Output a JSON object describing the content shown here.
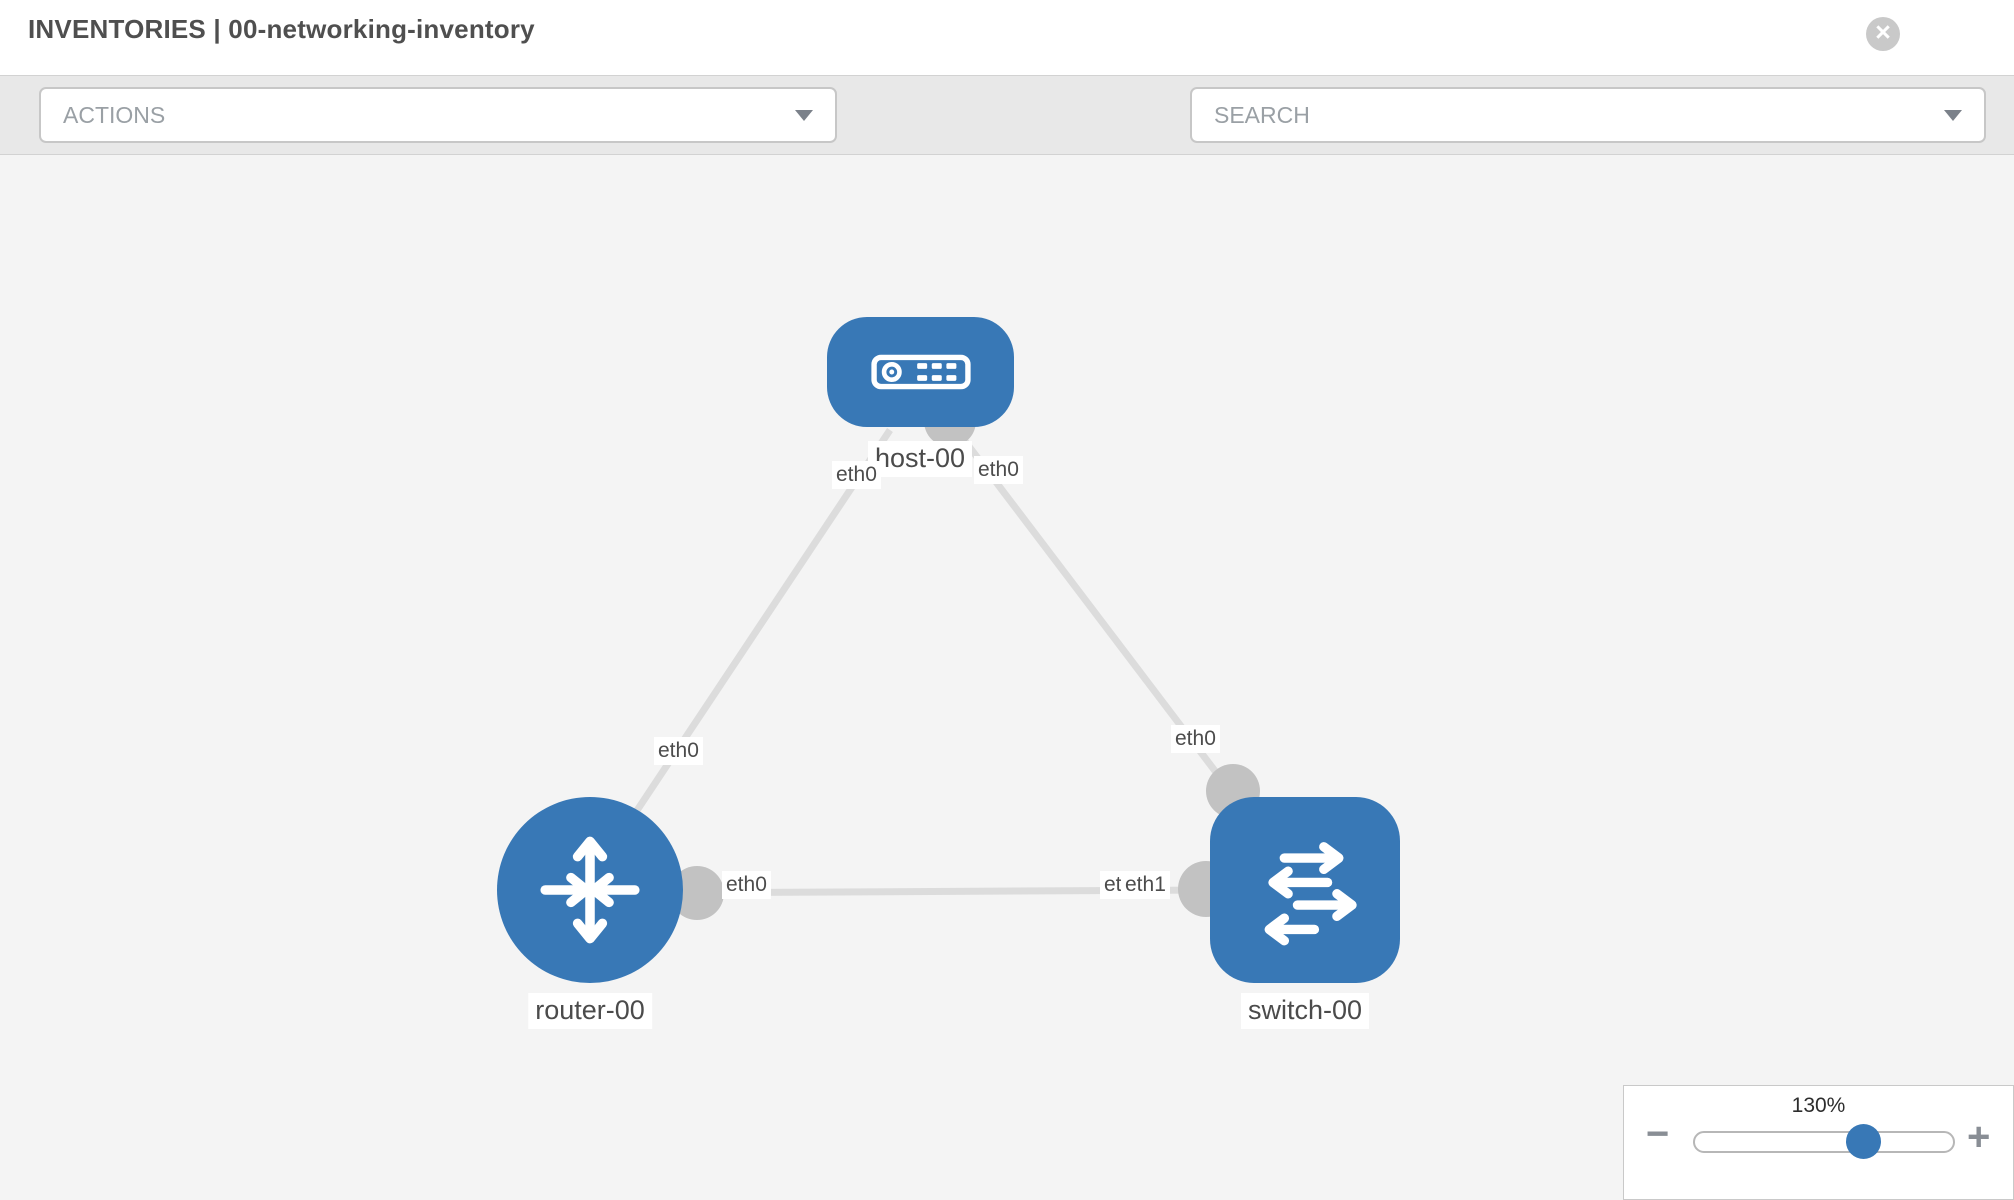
{
  "header": {
    "title": "INVENTORIES | 00-networking-inventory",
    "close_glyph": "×"
  },
  "toolbar": {
    "actions_label": "ACTIONS",
    "search_label": "SEARCH",
    "icons": [
      "wrench-icon",
      "key-icon"
    ]
  },
  "diagram": {
    "nodes": [
      {
        "id": "host-00",
        "type": "host",
        "label": "host-00"
      },
      {
        "id": "router-00",
        "type": "router",
        "label": "router-00"
      },
      {
        "id": "switch-00",
        "type": "switch",
        "label": "switch-00"
      }
    ],
    "links": [
      {
        "from": "host-00",
        "from_iface": "eth0",
        "to": "router-00",
        "to_iface": "eth0"
      },
      {
        "from": "host-00",
        "from_iface": "eth0",
        "to": "switch-00",
        "to_iface": "eth0"
      },
      {
        "from": "router-00",
        "from_iface": "eth0",
        "to": "switch-00",
        "to_iface": "eth1"
      }
    ],
    "iface_labels": {
      "host_left": "eth0",
      "host_right": "eth0",
      "router_top": "eth0",
      "switch_top": "eth0",
      "router_right": "eth0",
      "switch_left_hidden": "eth0",
      "switch_left": "eth1"
    }
  },
  "zoom_control": {
    "level": "130%",
    "minus_glyph": "−",
    "plus_glyph": "+"
  },
  "colors": {
    "node_blue": "#3878b6",
    "link_gray": "#dcdcdc",
    "connector_gray": "#c2c2c2",
    "toolbar_bg": "#e8e8e8",
    "canvas_bg": "#f4f4f4"
  }
}
